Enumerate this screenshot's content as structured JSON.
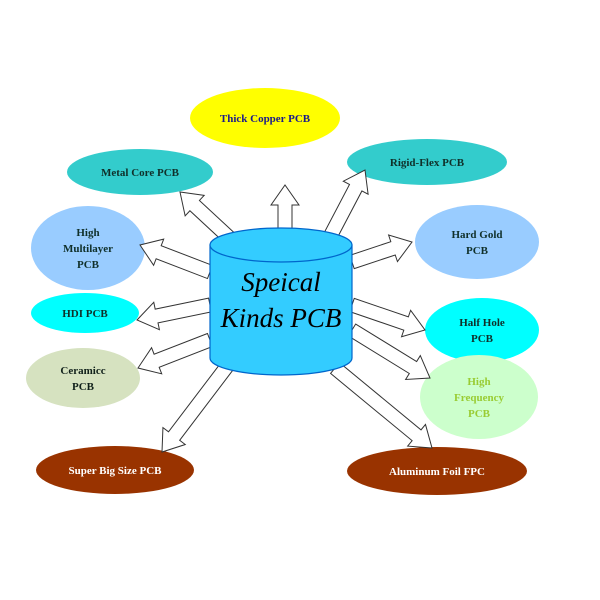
{
  "center": {
    "lines": [
      "Speical",
      "Kinds PCB"
    ],
    "fill": "#33ccff",
    "stroke": "#0066cc"
  },
  "nodes": [
    {
      "id": "thick-copper",
      "lines": [
        "Thick Copper PCB"
      ],
      "fill": "#ffff00",
      "text": "#1a1a8c"
    },
    {
      "id": "metal-core",
      "lines": [
        "Metal Core PCB"
      ],
      "fill": "#33cccc",
      "text": "#10302a"
    },
    {
      "id": "rigid-flex",
      "lines": [
        "Rigid-Flex PCB"
      ],
      "fill": "#33cccc",
      "text": "#10302a"
    },
    {
      "id": "high-multilayer",
      "lines": [
        "High",
        "Multilayer",
        "PCB"
      ],
      "fill": "#99ccff",
      "text": "#10302a"
    },
    {
      "id": "hard-gold",
      "lines": [
        "Hard Gold",
        "PCB"
      ],
      "fill": "#99ccff",
      "text": "#10302a"
    },
    {
      "id": "hdi",
      "lines": [
        "HDI PCB"
      ],
      "fill": "#00ffff",
      "text": "#10302a"
    },
    {
      "id": "half-hole",
      "lines": [
        "Half Hole",
        "PCB"
      ],
      "fill": "#00ffff",
      "text": "#10302a"
    },
    {
      "id": "ceramicc",
      "lines": [
        "Ceramicc",
        "PCB"
      ],
      "fill": "#d6e2c0",
      "text": "#10201a"
    },
    {
      "id": "high-frequency",
      "lines": [
        "High",
        "Frequency",
        "PCB"
      ],
      "fill": "#ccffcc",
      "text": "#99cc33"
    },
    {
      "id": "super-big-size",
      "lines": [
        "Super Big Size PCB"
      ],
      "fill": "#993300",
      "text": "#ffffff"
    },
    {
      "id": "aluminum-foil",
      "lines": [
        "Aluminum Foil FPC"
      ],
      "fill": "#993300",
      "text": "#ffffff"
    }
  ]
}
